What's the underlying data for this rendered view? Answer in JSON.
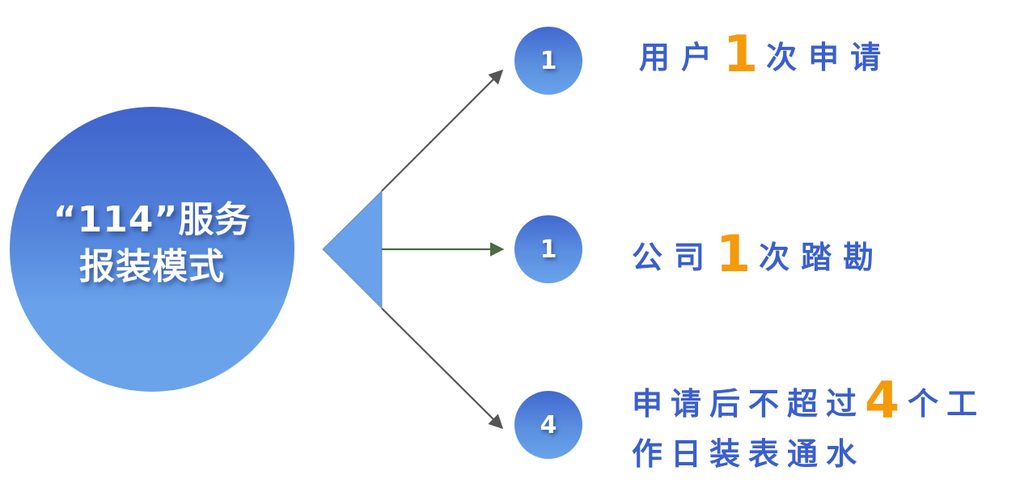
{
  "center": {
    "title_line1": "“114”服务",
    "title_line2": "报装模式"
  },
  "items": [
    {
      "number": "1",
      "prefix": "用户",
      "highlight": "1",
      "suffix": "次申请",
      "line2": ""
    },
    {
      "number": "1",
      "prefix": "公司",
      "highlight": "1",
      "suffix": "次踏勘",
      "line2": ""
    },
    {
      "number": "4",
      "prefix": "申请后不超过",
      "highlight": "4",
      "suffix": "个工",
      "line2": "作日装表通水"
    }
  ],
  "colors": {
    "primary_blue": "#3a5fcd",
    "light_blue": "#69a2ea",
    "highlight_orange": "#f59a0b",
    "arrow_gray": "#555555",
    "arrow_green": "#4a6b3f"
  }
}
